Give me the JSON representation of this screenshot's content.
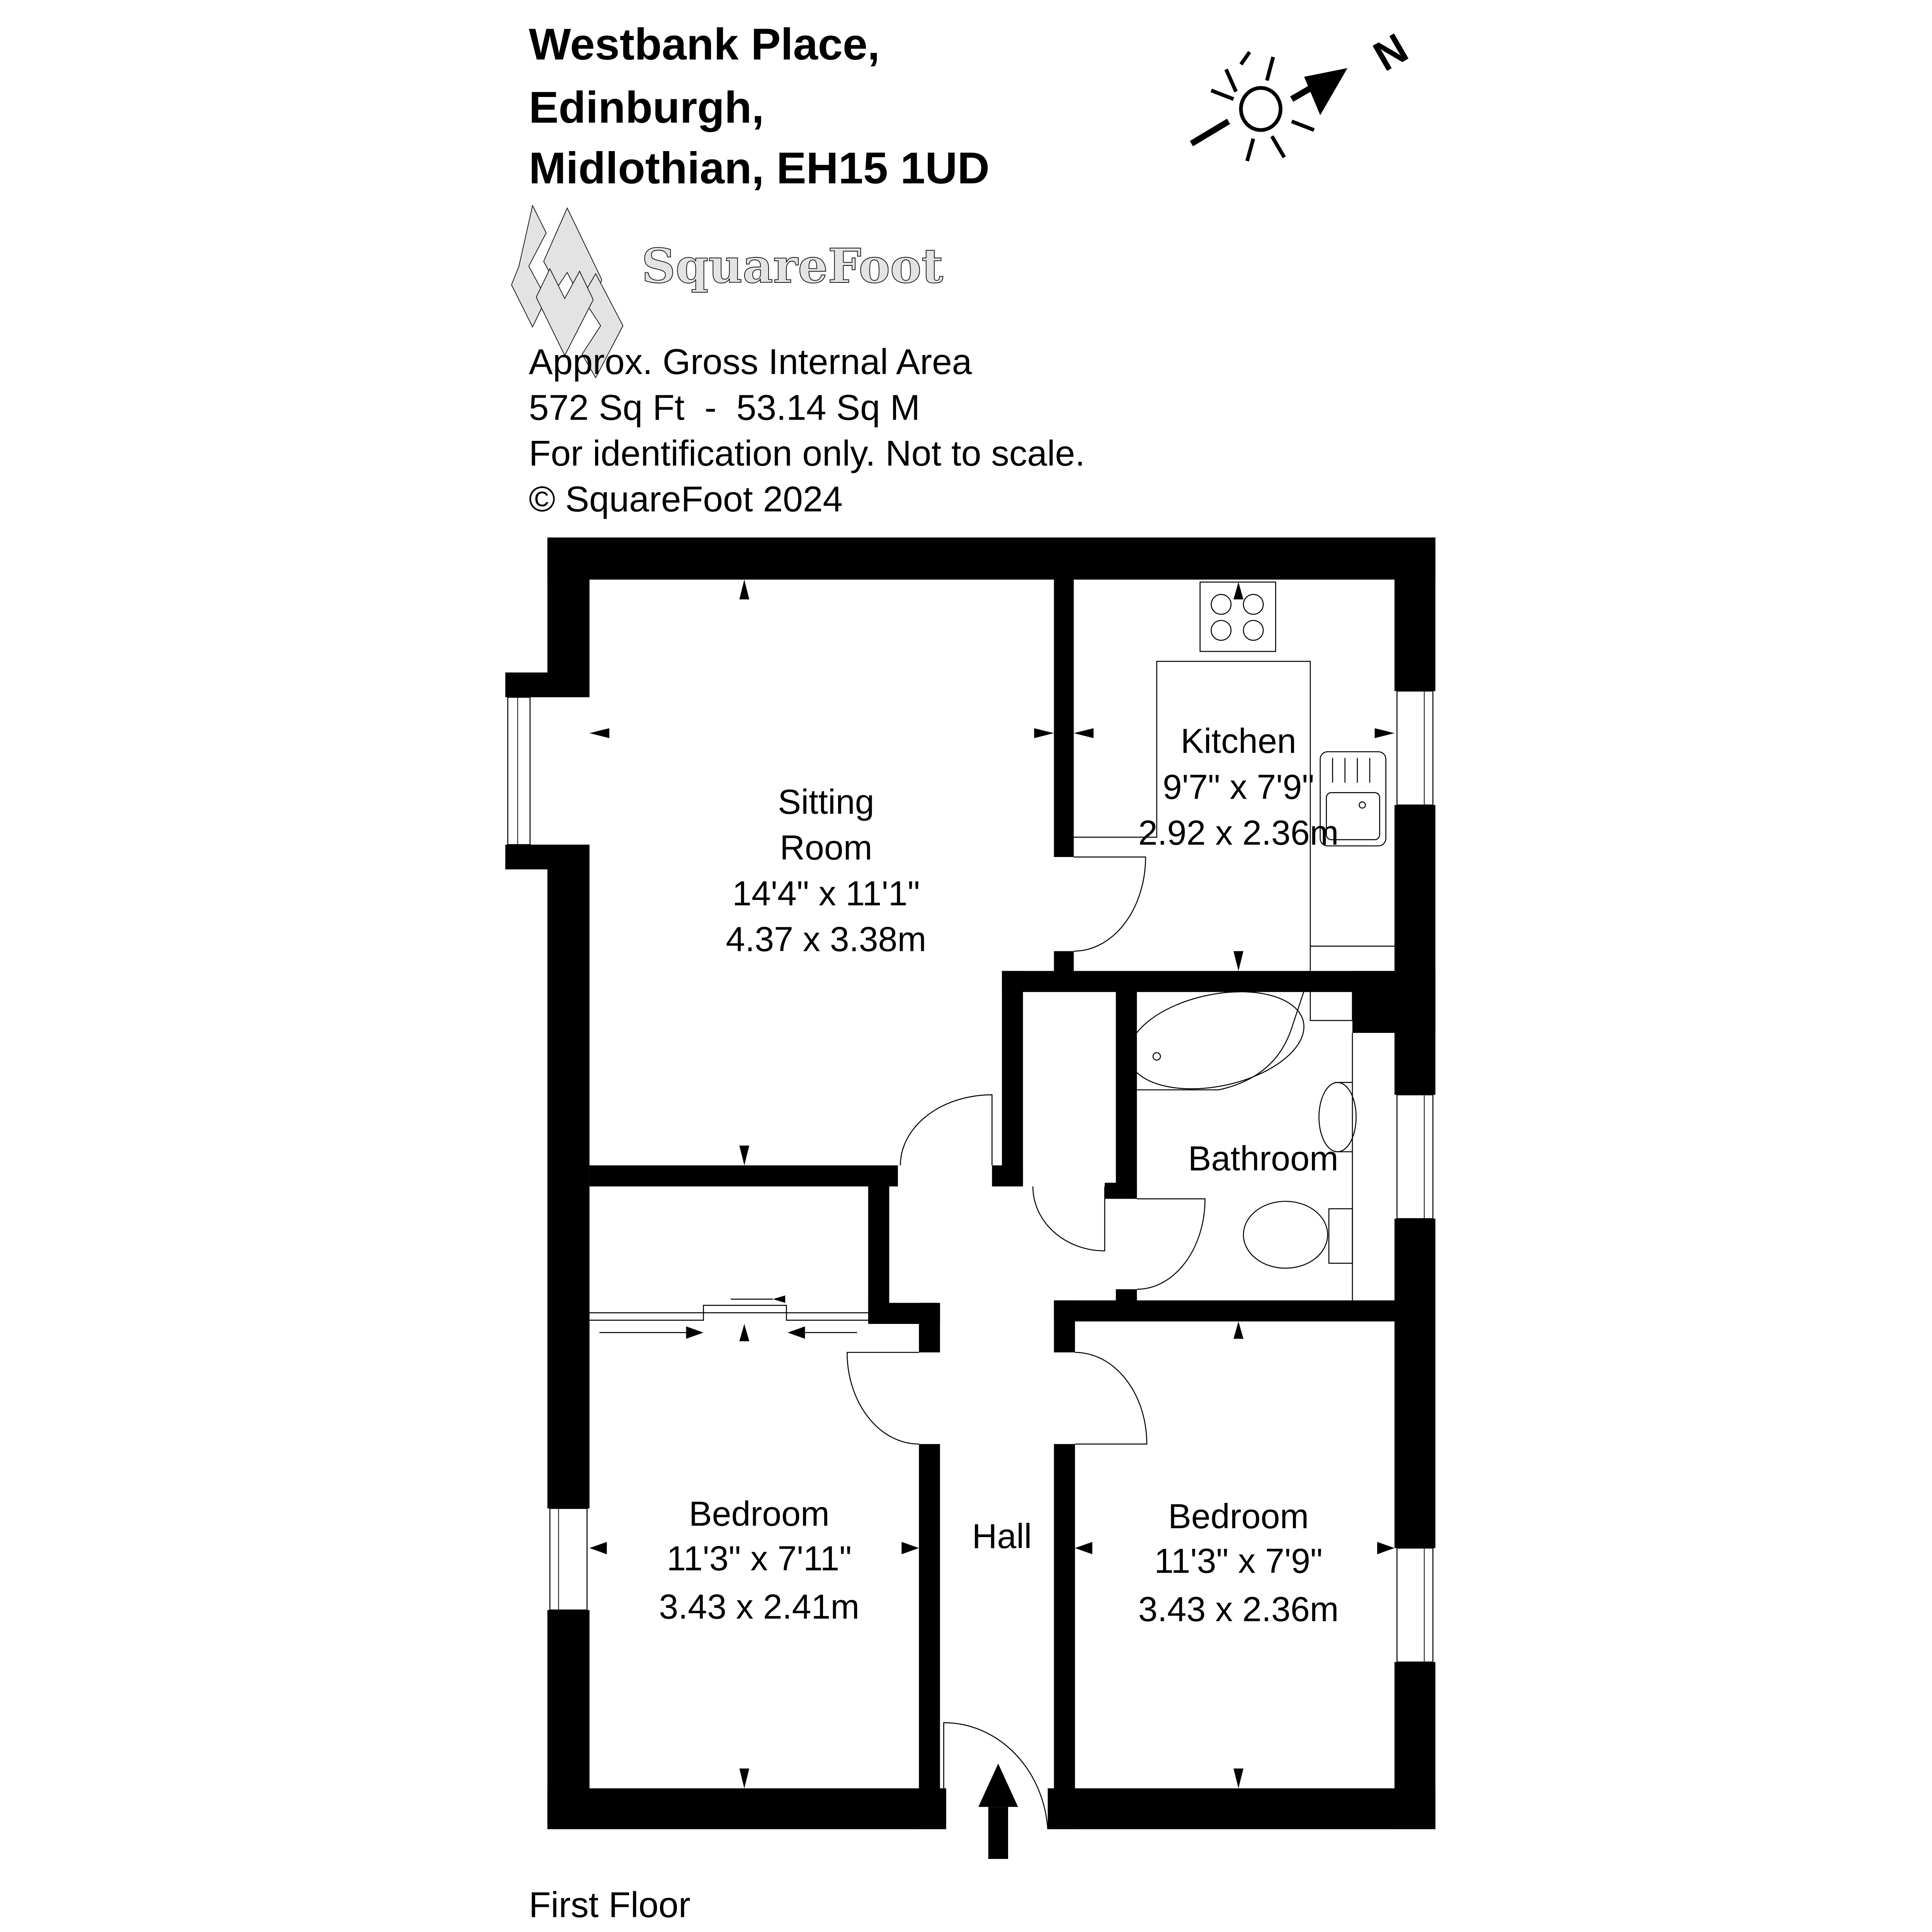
{
  "address": {
    "line1": "Westbank Place,",
    "line2": "Edinburgh,",
    "line3": "Midlothian, EH15 1UD"
  },
  "logo": {
    "brand": "SquareFoot",
    "icon": "squarefoot-diamond-logo-icon",
    "fill_color": "#e3e3e3"
  },
  "info": {
    "area_label": "Approx. Gross Internal Area",
    "area_value": "572 Sq Ft  -  53.14 Sq M",
    "disclaimer": "For identification only. Not to scale.",
    "copyright": "© SquareFoot 2024"
  },
  "compass": {
    "icon": "sun-compass-icon",
    "north_label": "N"
  },
  "rooms": {
    "sitting": {
      "name_line1": "Sitting",
      "name_line2": "Room",
      "imperial": "14'4\" x 11'1\"",
      "metric": "4.37 x 3.38m"
    },
    "kitchen": {
      "name": "Kitchen",
      "imperial": "9'7\" x 7'9\"",
      "metric": "2.92 x 2.36m"
    },
    "bathroom": {
      "name": "Bathroom"
    },
    "bedroom_left": {
      "name": "Bedroom",
      "imperial": "11'3\" x 7'11\"",
      "metric": "3.43 x 2.41m"
    },
    "hall": {
      "name": "Hall"
    },
    "bedroom_right": {
      "name": "Bedroom",
      "imperial": "11'3\" x 7'9\"",
      "metric": "3.43 x 2.36m"
    }
  },
  "floor_label": "First Floor",
  "colors": {
    "wall": "#000000",
    "background": "#ffffff",
    "logo": "#e3e3e3"
  }
}
